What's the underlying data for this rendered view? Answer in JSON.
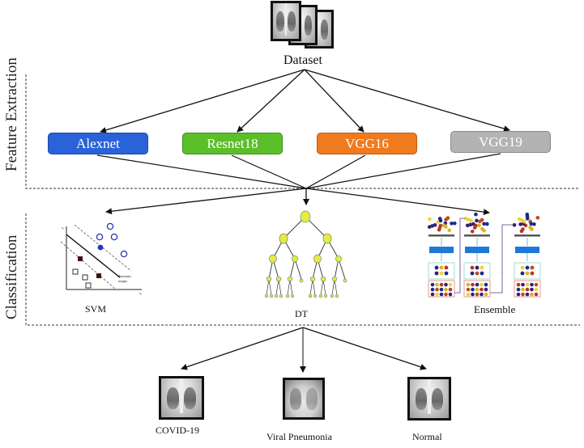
{
  "dataset": {
    "label": "Dataset",
    "icon": "xray-stack-icon"
  },
  "sections": {
    "feature_extraction": "Feature Extraction",
    "classification": "Classification"
  },
  "models": [
    {
      "label": "Alexnet",
      "color": "#2a62d9",
      "border": "#1c47a8",
      "text": "#ffffff"
    },
    {
      "label": "Resnet18",
      "color": "#5bbf2a",
      "border": "#3e8f1b",
      "text": "#ffffff"
    },
    {
      "label": "VGG16",
      "color": "#f07a1e",
      "border": "#c05a0e",
      "text": "#ffffff"
    },
    {
      "label": "VGG19",
      "color": "#b3b3b3",
      "border": "#8a8a8a",
      "text": "#ffffff"
    }
  ],
  "classifiers": [
    {
      "label": "SVM",
      "icon": "svm-plot-icon"
    },
    {
      "label": "DT",
      "icon": "decision-tree-icon"
    },
    {
      "label": "Ensemble",
      "icon": "ensemble-icon"
    }
  ],
  "outputs": [
    {
      "label": "COVID-19",
      "icon": "xray-covid-icon"
    },
    {
      "label": "Viral Pneumonia",
      "icon": "xray-viral-pneumonia-icon"
    },
    {
      "label": "Normal",
      "icon": "xray-normal-icon"
    }
  ]
}
